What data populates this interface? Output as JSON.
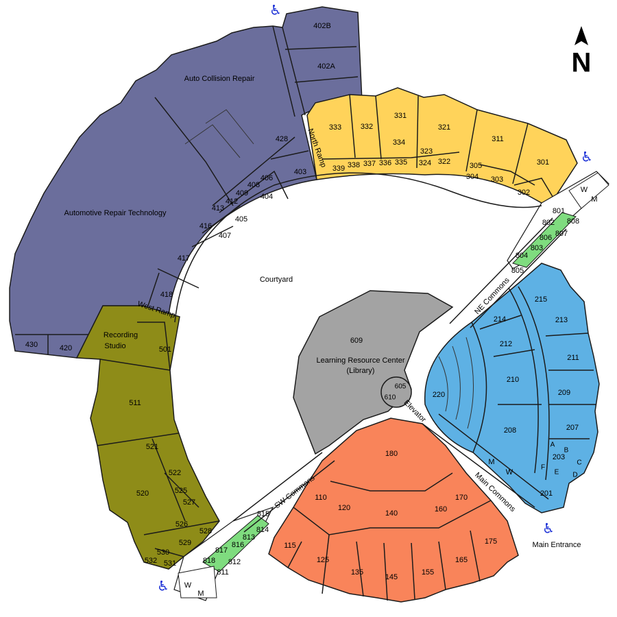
{
  "north": {
    "label": "N"
  },
  "colors": {
    "automotive": "#6b6e9c",
    "yellow": "#ffd35a",
    "blue": "#5eb1e4",
    "orange": "#f9845a",
    "olive": "#8e8c18",
    "library": "#a3a3a3",
    "green": "#7fdc7f",
    "white": "#ffffff"
  },
  "courtyard": "Courtyard",
  "library": {
    "number": "609",
    "name_line1": "Learning Resource Center",
    "name_line2": "(Library)"
  },
  "elevator": "Elevator",
  "corridors": {
    "north_ramp": "North Ramp",
    "west_ramp": "West Ramp",
    "ne_commons": "NE Commons",
    "main_commons": "Main Commons",
    "sw_commons": "SW Commons"
  },
  "main_entrance": "Main Entrance",
  "automotive_rooms": {
    "auto_collision": "Auto Collision Repair",
    "automotive_tech": "Automotive Repair Technology",
    "r402b": "402B",
    "r402a": "402A",
    "r428": "428",
    "r403": "403",
    "r406": "406",
    "r408": "408",
    "r409": "409",
    "r412": "412",
    "r413": "413",
    "r404": "404",
    "r405": "405",
    "r416": "416",
    "r407": "407",
    "r417": "417",
    "r418": "418",
    "r430": "430",
    "r420": "420"
  },
  "olive_rooms": {
    "recording_l1": "Recording",
    "recording_l2": "Studio",
    "r501": "501",
    "r511": "511",
    "r521": "521",
    "r522": "522",
    "r520": "520",
    "r525": "525",
    "r527": "527",
    "r526": "526",
    "r528": "528",
    "r529": "529",
    "r530": "530",
    "r532": "532",
    "r531": "531"
  },
  "yellow_rooms": {
    "r333": "333",
    "r332": "332",
    "r331": "331",
    "r321": "321",
    "r311": "311",
    "r334": "334",
    "r323": "323",
    "r322": "322",
    "r324": "324",
    "r339": "339",
    "r338": "338",
    "r337": "337",
    "r336": "336",
    "r335": "335",
    "r305": "305",
    "r304": "304",
    "r303": "303",
    "r302": "302",
    "r301": "301"
  },
  "blue_rooms": {
    "r215": "215",
    "r214": "214",
    "r213": "213",
    "r212": "212",
    "r211": "211",
    "r210": "210",
    "r209": "209",
    "r220": "220",
    "r208": "208",
    "r207": "207",
    "rA": "A",
    "rB": "B",
    "r203": "203",
    "rC": "C",
    "rF": "F",
    "rE": "E",
    "rD": "D",
    "rM": "M",
    "rW": "W",
    "r201": "201"
  },
  "orange_rooms": {
    "r180": "180",
    "r110": "110",
    "r120": "120",
    "r140": "140",
    "r160": "160",
    "r170": "170",
    "r115": "115",
    "r125": "125",
    "r135": "135",
    "r145": "145",
    "r155": "155",
    "r165": "165",
    "r175": "175"
  },
  "small_rooms": {
    "r605": "605",
    "r610": "610",
    "r801": "801",
    "r802": "802",
    "r808": "808",
    "r807": "807",
    "r806": "806",
    "r803": "803",
    "r804": "804",
    "r805": "805",
    "r815": "815",
    "r814": "814",
    "r813": "813",
    "r816": "816",
    "r817": "817",
    "r818": "818",
    "r812": "812",
    "r811": "811",
    "ne_w": "W",
    "ne_m": "M",
    "sw_w": "W",
    "sw_m": "M"
  },
  "accessibility_icon": "♿"
}
